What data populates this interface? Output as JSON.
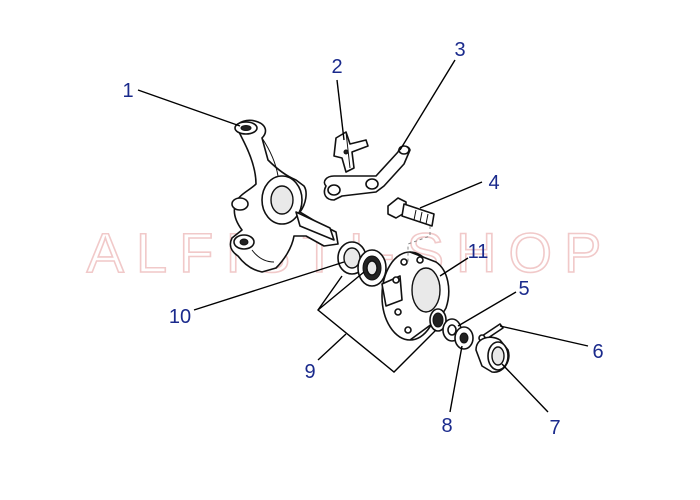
{
  "watermark": "ALFISTI-SHOP",
  "callouts": [
    {
      "id": "1",
      "label": "1"
    },
    {
      "id": "2",
      "label": "2"
    },
    {
      "id": "3",
      "label": "3"
    },
    {
      "id": "4",
      "label": "4"
    },
    {
      "id": "5",
      "label": "5"
    },
    {
      "id": "6",
      "label": "6"
    },
    {
      "id": "7",
      "label": "7"
    },
    {
      "id": "8",
      "label": "8"
    },
    {
      "id": "9",
      "label": "9"
    },
    {
      "id": "10",
      "label": "10"
    },
    {
      "id": "11",
      "label": "11"
    }
  ],
  "colors": {
    "callout_text": "#1a2a8c",
    "watermark": "#f1c9c9",
    "line": "#000000"
  }
}
